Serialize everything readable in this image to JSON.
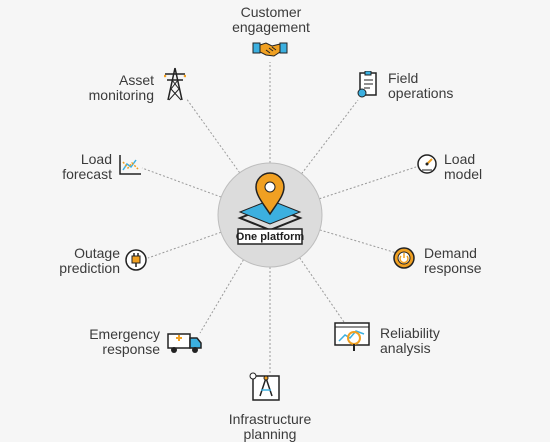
{
  "center": {
    "label": "One platform"
  },
  "nodes": [
    {
      "id": "customer-engagement",
      "lines": [
        "Customer",
        "engagement"
      ],
      "icon": "handshake-icon"
    },
    {
      "id": "field-operations",
      "lines": [
        "Field",
        "operations"
      ],
      "icon": "clipboard-worker-icon"
    },
    {
      "id": "load-model",
      "lines": [
        "Load",
        "model"
      ],
      "icon": "gauge-icon"
    },
    {
      "id": "demand-response",
      "lines": [
        "Demand",
        "response"
      ],
      "icon": "power-button-icon"
    },
    {
      "id": "reliability-analysis",
      "lines": [
        "Reliability",
        "analysis"
      ],
      "icon": "magnifier-chart-icon"
    },
    {
      "id": "infrastructure-planning",
      "lines": [
        "Infrastructure",
        "planning"
      ],
      "icon": "blueprint-compass-icon"
    },
    {
      "id": "emergency-response",
      "lines": [
        "Emergency",
        "response"
      ],
      "icon": "emergency-truck-icon"
    },
    {
      "id": "outage-prediction",
      "lines": [
        "Outage",
        "prediction"
      ],
      "icon": "plug-icon"
    },
    {
      "id": "load-forecast",
      "lines": [
        "Load",
        "forecast"
      ],
      "icon": "line-chart-icon"
    },
    {
      "id": "asset-monitoring",
      "lines": [
        "Asset",
        "monitoring"
      ],
      "icon": "transmission-tower-icon"
    }
  ],
  "colors": {
    "accent_orange": "#f0a022",
    "accent_blue": "#3cb0e0",
    "ink": "#3b3b3b",
    "center_fill": "#dcdcdc",
    "spoke": "#9a9a9a",
    "background": "#f6f6f6"
  }
}
